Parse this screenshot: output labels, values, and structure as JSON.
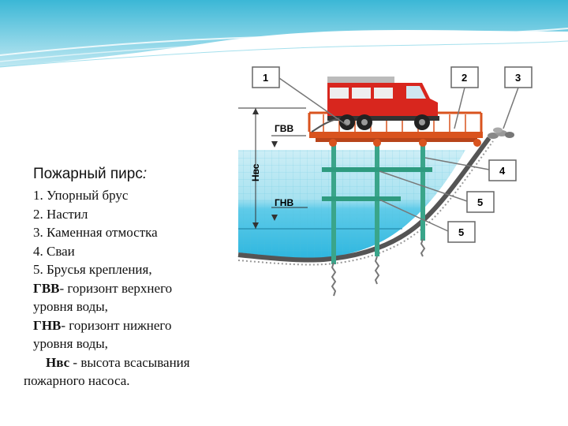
{
  "legend": {
    "title": "Пожарный пирс",
    "title_suffix": ":",
    "items": [
      "1. Упорный брус",
      "2. Настил",
      "3. Каменная отмостка",
      "4. Сваи",
      "5. Брусья крепления,"
    ],
    "gvv_term": "ГВВ",
    "gvv_desc": "- горизонт верхнего",
    "gvv_desc2": "уровня воды,",
    "gnv_term": "ГНВ",
    "gnv_desc": "- горизонт нижнего",
    "gnv_desc2": "уровня воды,",
    "hvs_term": "Нвс",
    "hvs_desc": " - высота всасывания",
    "hvs_desc2": "пожарного насоса."
  },
  "diagram": {
    "callouts": [
      "1",
      "2",
      "3",
      "4",
      "5",
      "5"
    ],
    "level_gvv": "ГВВ",
    "level_gnv": "ГНВ",
    "height_label": "Нвс"
  },
  "colors": {
    "water_top": "#bfe9f3",
    "water_deep": "#55c8e8",
    "deck": "#d9531e",
    "pile": "#3aa58a",
    "truck_red": "#d8261e"
  }
}
